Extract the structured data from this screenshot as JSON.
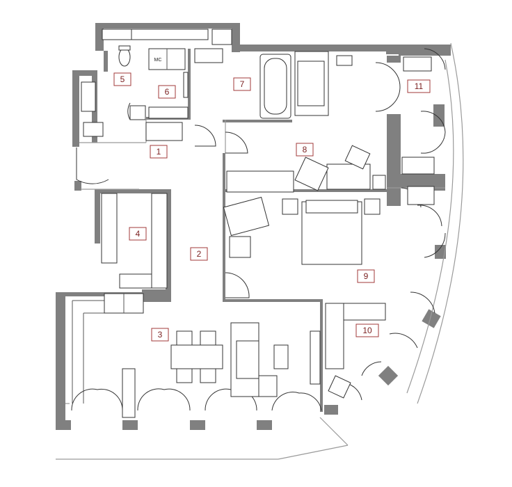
{
  "rooms": [
    {
      "id": "1",
      "label": "1"
    },
    {
      "id": "2",
      "label": "2"
    },
    {
      "id": "3",
      "label": "3"
    },
    {
      "id": "4",
      "label": "4"
    },
    {
      "id": "5",
      "label": "5"
    },
    {
      "id": "6",
      "label": "6"
    },
    {
      "id": "7",
      "label": "7"
    },
    {
      "id": "8",
      "label": "8"
    },
    {
      "id": "9",
      "label": "9"
    },
    {
      "id": "10",
      "label": "10"
    },
    {
      "id": "11",
      "label": "11"
    }
  ],
  "appliance_label": "MC",
  "colors": {
    "wall": "#808080",
    "label_box": "#a23a3a",
    "label_text": "#7a1f1f"
  }
}
